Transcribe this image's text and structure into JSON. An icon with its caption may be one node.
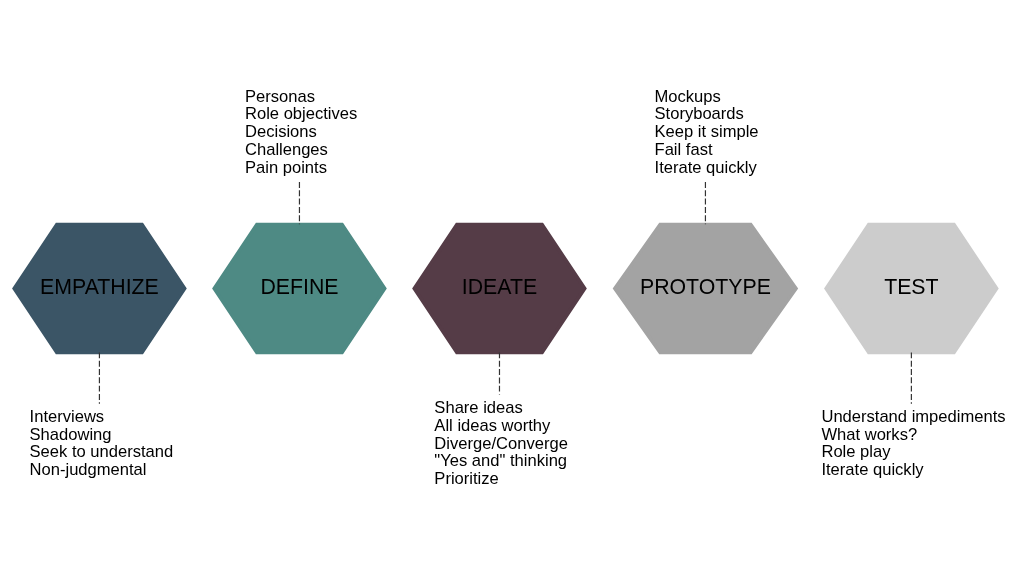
{
  "diagram": {
    "nodes": [
      {
        "text": [
          "EMPATHIZE"
        ]
      },
      {
        "text": [
          "DEFINE"
        ]
      },
      {
        "text": [
          "IDEATE"
        ]
      },
      {
        "text": [
          "PROTOTYPE"
        ]
      },
      {
        "text": [
          "TEST"
        ]
      },
      {
        "text": [
          "Interviews",
          "Shadowing",
          "Seek to understand",
          "Non-judgmental"
        ]
      },
      {
        "text": [
          "Personas",
          "Role objectives",
          "Decisions",
          "Challenges",
          "Pain points"
        ]
      },
      {
        "text": [
          "Share ideas",
          "All ideas worthy",
          "Diverge/Converge",
          "\"Yes and\" thinking",
          "Prioritize"
        ]
      },
      {
        "text": [
          "Mockups",
          "Storyboards",
          "Keep it simple",
          "Fail fast",
          "Iterate quickly"
        ]
      },
      {
        "text": [
          "Understand impediments",
          "What works?",
          "Role play",
          "Iterate quickly"
        ]
      }
    ],
    "edges": [
      {
        "from": 5,
        "to": 0,
        "arrow": "none",
        "style": "dashed"
      },
      {
        "from": 6,
        "to": 1,
        "arrow": "none",
        "style": "dashed"
      },
      {
        "from": 7,
        "to": 2,
        "arrow": "none",
        "style": "dashed"
      },
      {
        "from": 8,
        "to": 3,
        "arrow": "none",
        "style": "dashed"
      },
      {
        "from": 9,
        "to": 4,
        "arrow": "none",
        "style": "dashed"
      }
    ]
  }
}
